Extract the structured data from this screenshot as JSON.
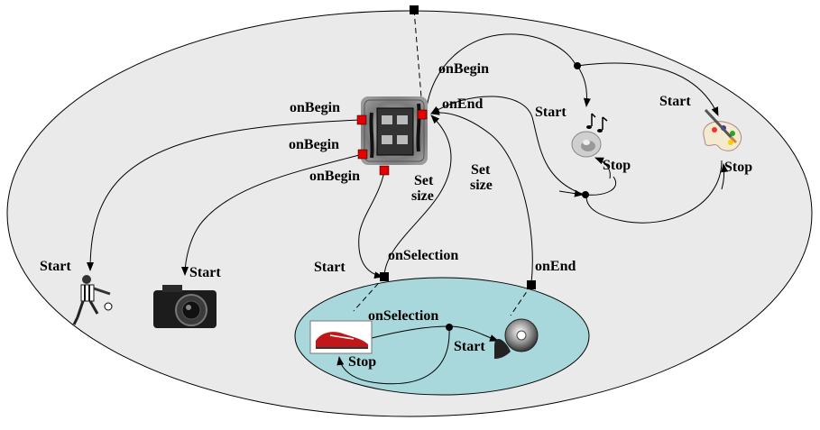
{
  "colors": {
    "outer_fill": "#eaeaea",
    "inner_fill": "#a8d8dc",
    "port_red": "#e60000",
    "port_black": "#000000",
    "line": "#000000"
  },
  "icons": {
    "video_clip": "film-reel-icon",
    "camera": "camera-icon",
    "soccer_player": "soccer-player-icon",
    "music": "music-notes-icon",
    "speaker": "speaker-icon",
    "paint": "paint-palette-icon",
    "shoe": "red-shoe-icon",
    "cd": "cd-disc-icon"
  },
  "labels": {
    "onbegin_music": "onBegin",
    "onend_clip": "onEnd",
    "start_music": "Start",
    "stop_music": "Stop",
    "start_paint": "Start",
    "stop_paint": "Stop",
    "onbegin_left1": "onBegin",
    "onbegin_left2": "onBegin",
    "onbegin_left3": "onBegin",
    "set_size_1a": "Set",
    "set_size_1b": "size",
    "set_size_2a": "Set",
    "set_size_2b": "size",
    "start_player": "Start",
    "start_camera": "Start",
    "start_inner": "Start",
    "onselection_outer": "onSelection",
    "onend_inner": "onEnd",
    "onselection_inner": "onSelection",
    "start_cd": "Start",
    "stop_shoe": "Stop"
  }
}
